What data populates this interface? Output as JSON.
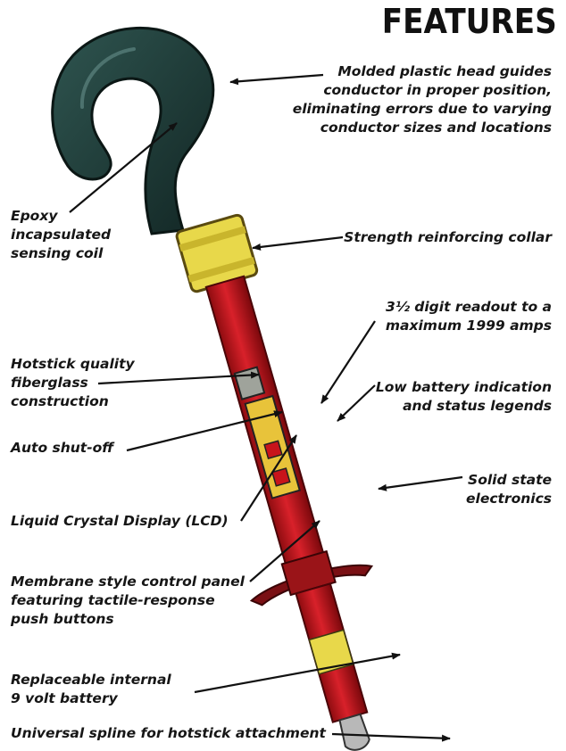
{
  "title": "FEATURES",
  "callouts": {
    "head": "Molded plastic head guides\nconductor in proper position,\neliminating errors due to varying\nconductor sizes and locations",
    "coil": "Epoxy\nincapsulated\nsensing coil",
    "collar": "Strength reinforcing collar",
    "readout": "3½ digit readout to a\nmaximum 1999 amps",
    "fiberglass": "Hotstick quality\nfiberglass\nconstruction",
    "low_battery": "Low battery indication\nand status legends",
    "auto_off": "Auto shut-off",
    "solid_state": "Solid state\nelectronics",
    "lcd": "Liquid Crystal Display (LCD)",
    "membrane": "Membrane style control panel\nfeaturing tactile-response\npush buttons",
    "battery": "Replaceable internal\n9 volt battery",
    "spline": "Universal spline for hotstick attachment"
  },
  "colors": {
    "head": "#1f3b38",
    "shaft": "#c8141b",
    "collar": "#e8d84a",
    "text": "#161616"
  }
}
